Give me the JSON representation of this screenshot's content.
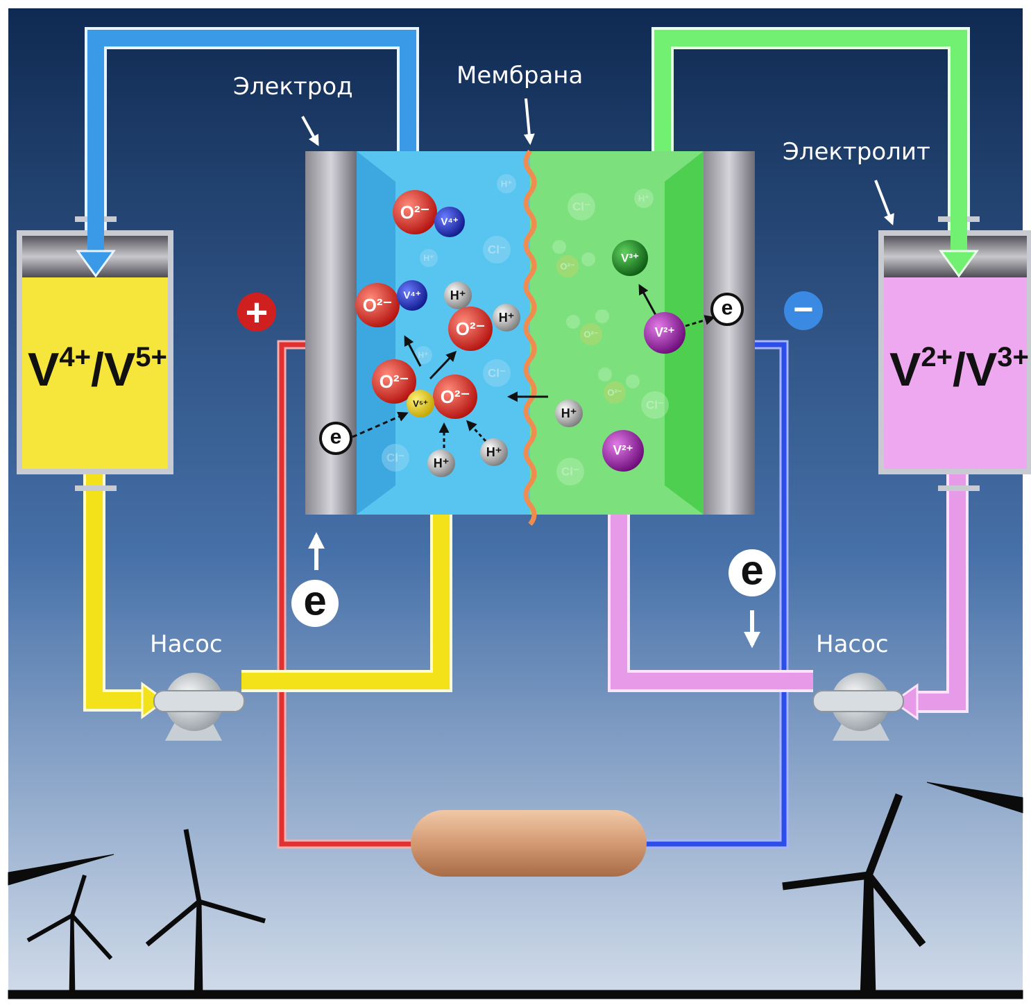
{
  "labels": {
    "electrode": "Электрод",
    "membrane": "Мембрана",
    "electrolyte": "Электролит",
    "pump_left": "Насос",
    "pump_right": "Насос"
  },
  "tanks": {
    "left": {
      "base1": "V",
      "sup1": "4+",
      "sep": "/V",
      "sup2": "5+"
    },
    "right": {
      "base1": "V",
      "sup1": "2+",
      "sep": "/V",
      "sup2": "3+"
    }
  },
  "terminals": {
    "positive": "+",
    "negative": "−"
  },
  "electron": "e",
  "ions": {
    "o2": "O²⁻",
    "v4": "V⁴⁺",
    "v5": "V⁵⁺",
    "v3": "V³⁺",
    "v2": "V²⁺",
    "h": "H⁺",
    "cl": "Cl⁻"
  },
  "colors": {
    "sky_top": "#0f2a52",
    "sky_bottom": "#c8d6e8",
    "left_electrolyte": "#57c5f0",
    "right_electrolyte": "#7ce07c",
    "left_tank": "#f6e53a",
    "right_tank": "#eea8f0",
    "blue_pipe": "#3a9ae8",
    "green_pipe": "#72f072",
    "yellow_pipe": "#f3e21a",
    "violet_pipe": "#e69ae8",
    "positive_wire": "#e03030",
    "negative_wire": "#2c4ee8",
    "load": "#d9a582"
  }
}
